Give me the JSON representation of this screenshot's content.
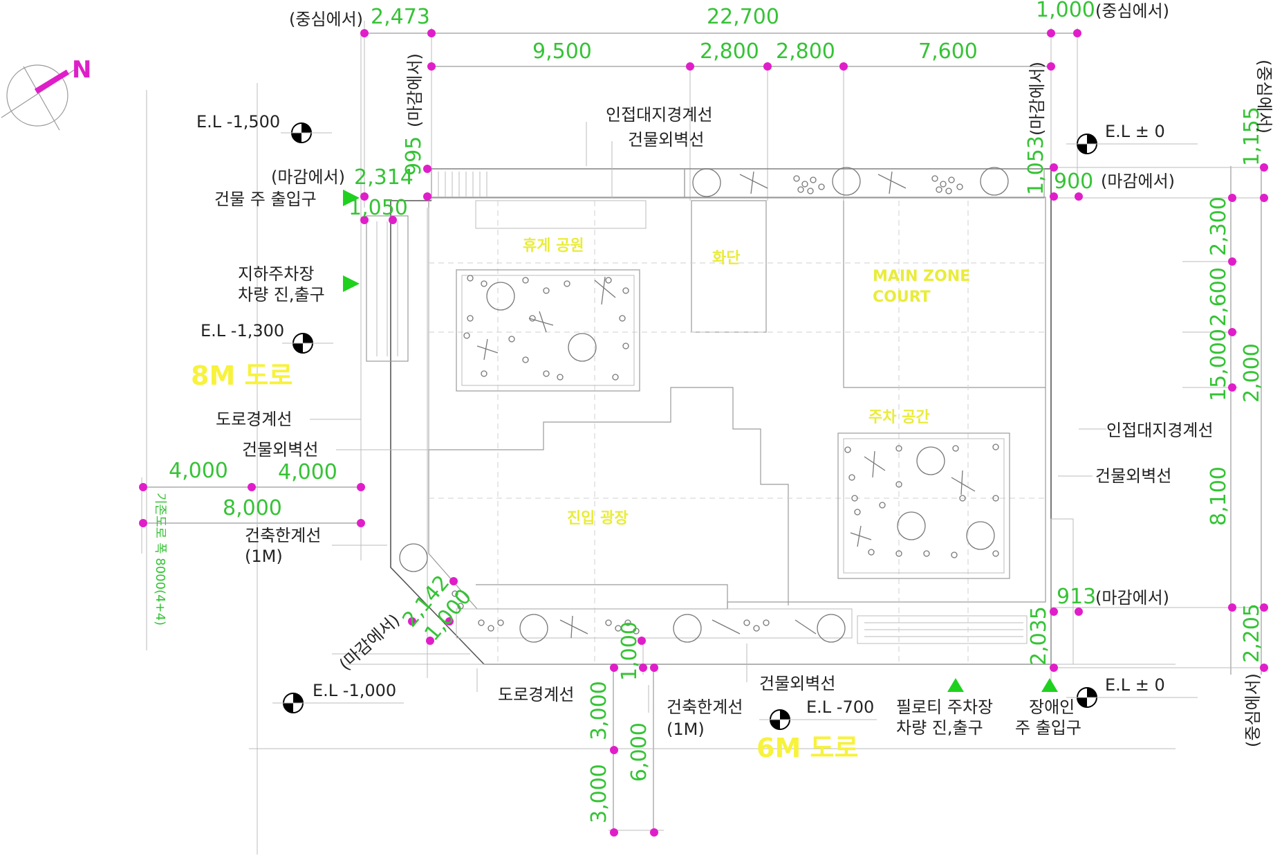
{
  "dims_top": {
    "d_2473": "2,473",
    "d_22700": "22,700",
    "d_1000": "1,000",
    "from_center_left": "(중심에서)",
    "from_center_right": "(중심에서)",
    "d_9500": "9,500",
    "d_2800a": "2,800",
    "d_2800b": "2,800",
    "d_7600": "7,600"
  },
  "dims_left": {
    "d_995": "995",
    "from_finish_v_left": "(마감에서)",
    "from_finish_2314": "(마감에서)",
    "d_2314": "2,314",
    "d_1050": "1,050",
    "d_4000a": "4,000",
    "d_4000b": "4,000",
    "d_8000": "8,000",
    "vertical_note": "기존도로 폭 8000(4+4)"
  },
  "dims_right": {
    "d_1053": "1,053",
    "from_finish_v_right": "(마감에서)",
    "d_900": "900",
    "from_finish_900": "(마감에서)",
    "d_1155": "1,155",
    "from_center_v_right_top": "(중심에서)",
    "d_2300": "2,300",
    "d_2600": "2,600",
    "d_15000": "15,000",
    "d_2000": "2,000",
    "d_8100": "8,100",
    "d_913": "913",
    "from_finish_913": "(마감에서)",
    "d_2205": "2,205",
    "from_center_v_right_bottom": "(중심에서)",
    "d_2035": "2,035"
  },
  "dims_bottom": {
    "d_2142": "2,142",
    "from_finish_diag": "(마감에서)",
    "d_1000_diag": "1,000",
    "d_1000_v": "1,000",
    "d_3000a": "3,000",
    "d_3000b": "3,000",
    "d_6000": "6,000"
  },
  "labels": {
    "adjacent_boundary_top": "인접대지경계선",
    "building_wall_top": "건물외벽선",
    "main_entrance": "건물 주 출입구",
    "basement_parking_line1": "지하주차장",
    "basement_parking_line2": "차량 진,출구",
    "road_boundary_left": "도로경계선",
    "building_wall_left": "건물외벽선",
    "building_limit_left_line1": "건축한계선",
    "building_limit_left_line2": "(1M)",
    "adjacent_boundary_right": "인접대지경계선",
    "building_wall_right": "건물외벽선",
    "road_boundary_bottom": "도로경계선",
    "building_wall_bottom": "건물외벽선",
    "building_limit_bottom_line1": "건축한계선",
    "building_limit_bottom_line2": "(1M)",
    "piloti_parking_line1": "필로티 주차장",
    "piloti_parking_line2": "차량 진,출구",
    "disabled_entrance_line1": "장애인",
    "disabled_entrance_line2": "주 출입구",
    "road_8m_left": "8M 도로",
    "road_8m_bottom": "6M 도로"
  },
  "elevations": {
    "el_top_left": "E.L -1,500",
    "el_mid_left": "E.L -1,300",
    "el_bottom_left": "E.L -1,000",
    "el_bottom_mid": "E.L -700",
    "el_top_right": "E.L ± 0",
    "el_bottom_right": "E.L ± 0"
  },
  "zones": {
    "zone_a": "휴게 공원",
    "zone_b": "화단",
    "zone_c": "MAIN ZONE",
    "zone_c2": "COURT",
    "zone_d": "주차 공간",
    "zone_e": "진입 광장"
  },
  "compass": {
    "north_letter": "N"
  },
  "colors": {
    "dimension": "#35c335",
    "point": "#e01ec9",
    "highlight": "#f7f23c",
    "arrow": "#1fd11f"
  }
}
